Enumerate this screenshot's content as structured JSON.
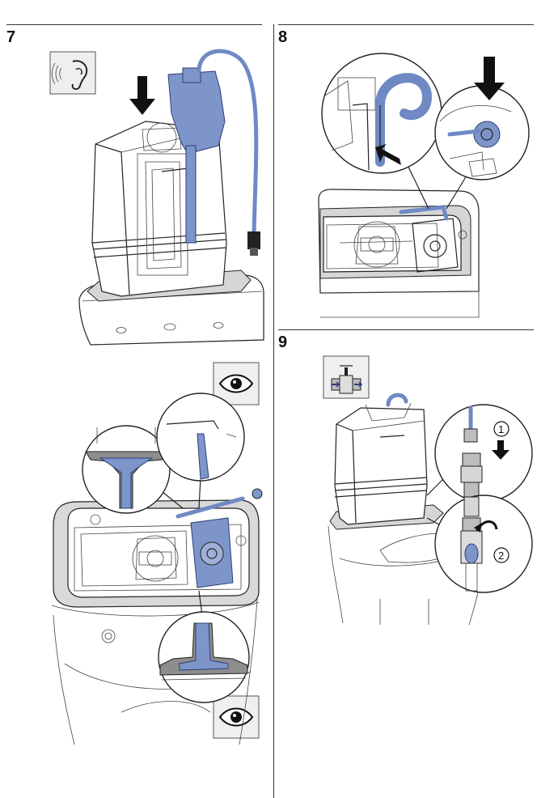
{
  "steps": {
    "s7": "7",
    "s8": "8",
    "s9": "9"
  },
  "step7": {
    "icon": "ear-icon",
    "arrow": "down-arrow-icon"
  },
  "step8": {
    "arrows": [
      "down-arrow-icon",
      "left-arrow-icon"
    ]
  },
  "step_check": {
    "icons": [
      "eye-icon",
      "eye-icon"
    ]
  },
  "step9": {
    "icon": "valve-icon",
    "callout_1": "1",
    "callout_2": "2"
  },
  "colors": {
    "accent_blue": "#7d95c9",
    "outline": "#222222",
    "grey": "#d6d6d6"
  }
}
